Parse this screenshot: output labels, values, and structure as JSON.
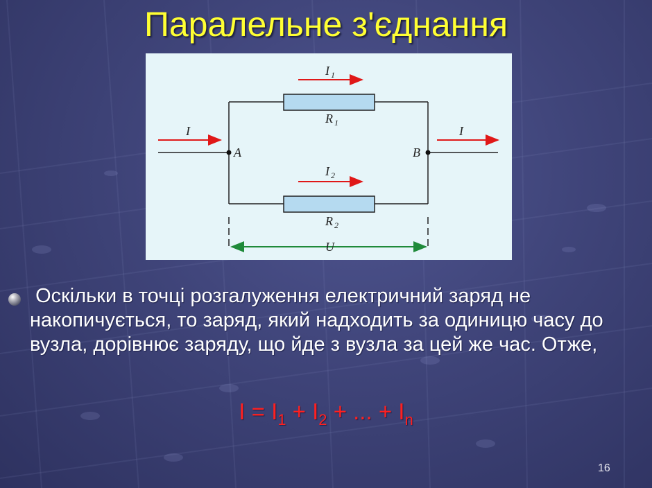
{
  "slide": {
    "title": "Паралельне з'єднання",
    "page_number": "16"
  },
  "diagram": {
    "current_main": "I",
    "current_branch_1": "I",
    "current_branch_1_sub": "1",
    "current_branch_2": "I",
    "current_branch_2_sub": "2",
    "resistor_1": "R",
    "resistor_1_sub": "1",
    "resistor_2": "R",
    "resistor_2_sub": "2",
    "node_a": "A",
    "node_b": "B",
    "voltage": "U",
    "colors": {
      "arrow": "#e01818",
      "voltage_arrow": "#1f8a3a",
      "resistor_fill": "#b5daf0",
      "panel": "#e6f5f9"
    }
  },
  "body": {
    "paragraph": "Оскільки в точці розгалуження електричний заряд не накопичується, то заряд, який надходить за одиницю часу до вузла, дорівнює заряду, що йде з вузла за цей же час. Отже,"
  },
  "formula": {
    "lhs": "I = ",
    "t1": "I",
    "s1": "1",
    "op1": " + ",
    "t2": "I",
    "s2": "2",
    "op2": " + ... + ",
    "t3": "I",
    "s3": "n"
  }
}
